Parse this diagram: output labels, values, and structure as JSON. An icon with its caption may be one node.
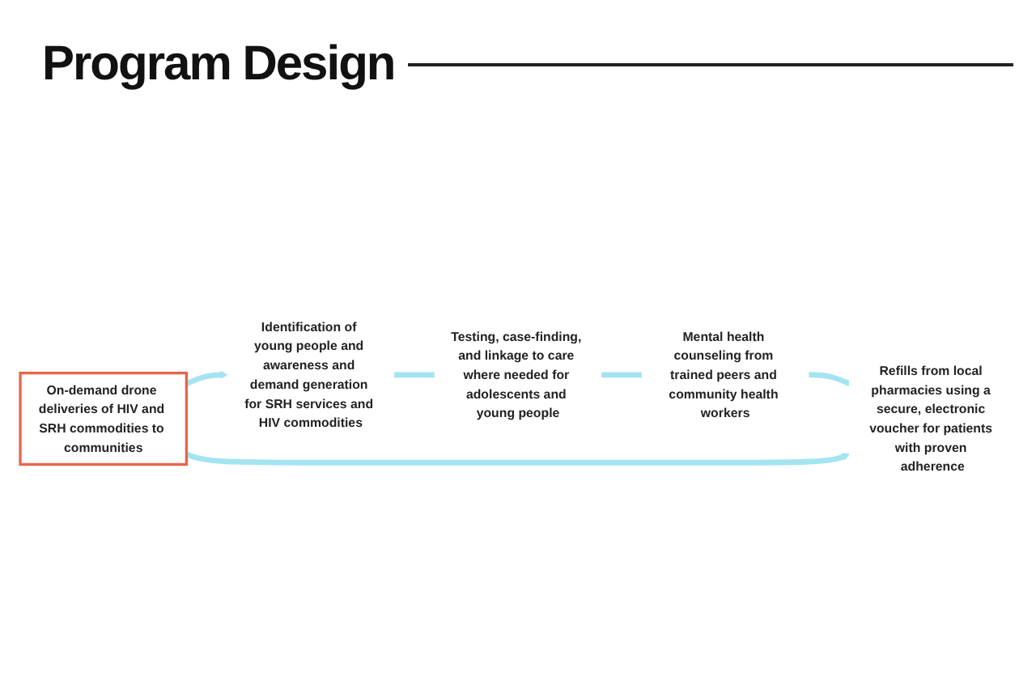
{
  "diagram": {
    "title": "Program Design",
    "nodes": [
      {
        "text": [
          "On-demand drone deliveries of HIV and SRH commodities to communities"
        ]
      },
      {
        "text": [
          "Identification of young people and awareness and demand generation for SRH services and HIV commodities"
        ]
      },
      {
        "text": [
          "Testing, case-finding, and linkage to care where needed for adolescents and young people"
        ]
      },
      {
        "text": [
          "Mental health counseling from trained peers and community health workers"
        ]
      },
      {
        "text": [
          "Refills from local pharmacies using a secure, electronic voucher for patients with proven adherence"
        ]
      }
    ],
    "edges": [
      {
        "from": 0,
        "to": 1,
        "arrow": "to"
      },
      {
        "from": 1,
        "to": 2,
        "arrow": "none"
      },
      {
        "from": 2,
        "to": 3,
        "arrow": "none"
      },
      {
        "from": 3,
        "to": 4,
        "arrow": "none"
      },
      {
        "from": 0,
        "to": 4,
        "arrow": "to"
      }
    ]
  }
}
